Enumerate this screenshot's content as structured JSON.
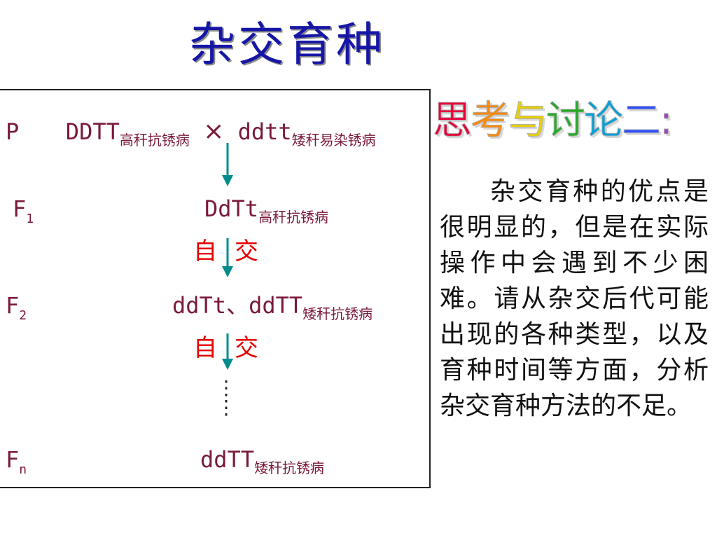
{
  "title": "杂交育种",
  "cross": {
    "p": {
      "label": "P",
      "parent1_genotype": "DDTT",
      "parent1_phenotype": "高秆抗锈病",
      "cross_symbol": "×",
      "parent2_genotype": "ddtt",
      "parent2_phenotype": "矮秆易染锈病"
    },
    "f1": {
      "label": "F",
      "sub": "1",
      "genotype": "DdTt",
      "phenotype": "高秆抗锈病"
    },
    "selfing_1": {
      "left": "自",
      "right": "交"
    },
    "f2": {
      "label": "F",
      "sub": "2",
      "genotype": "ddTt、ddTT",
      "phenotype": "矮秆抗锈病"
    },
    "selfing_2": {
      "left": "自",
      "right": "交"
    },
    "ellipsis": "⋮",
    "fn": {
      "label": "F",
      "sub": "n",
      "genotype": "ddTT",
      "phenotype": "矮秆抗锈病"
    }
  },
  "discussion": {
    "title_chars": [
      "思",
      "考",
      "与",
      "讨",
      "论",
      "二",
      ":"
    ],
    "title_colors": [
      "#e8003a",
      "#ff8800",
      "#e8d000",
      "#22aa22",
      "#00a0d8",
      "#3050ff",
      "#a040c0"
    ],
    "body": "杂交育种的优点是很明显的，但是在实际操作中会遇到不少困难。请从杂交后代可能出现的各种类型，以及育种时间等方面，分析杂交育种方法的不足。"
  },
  "colors": {
    "title": "#1616a6",
    "genotype": "#7a1a3a",
    "selfing": "#e60000",
    "arrow": "#008c8c"
  }
}
